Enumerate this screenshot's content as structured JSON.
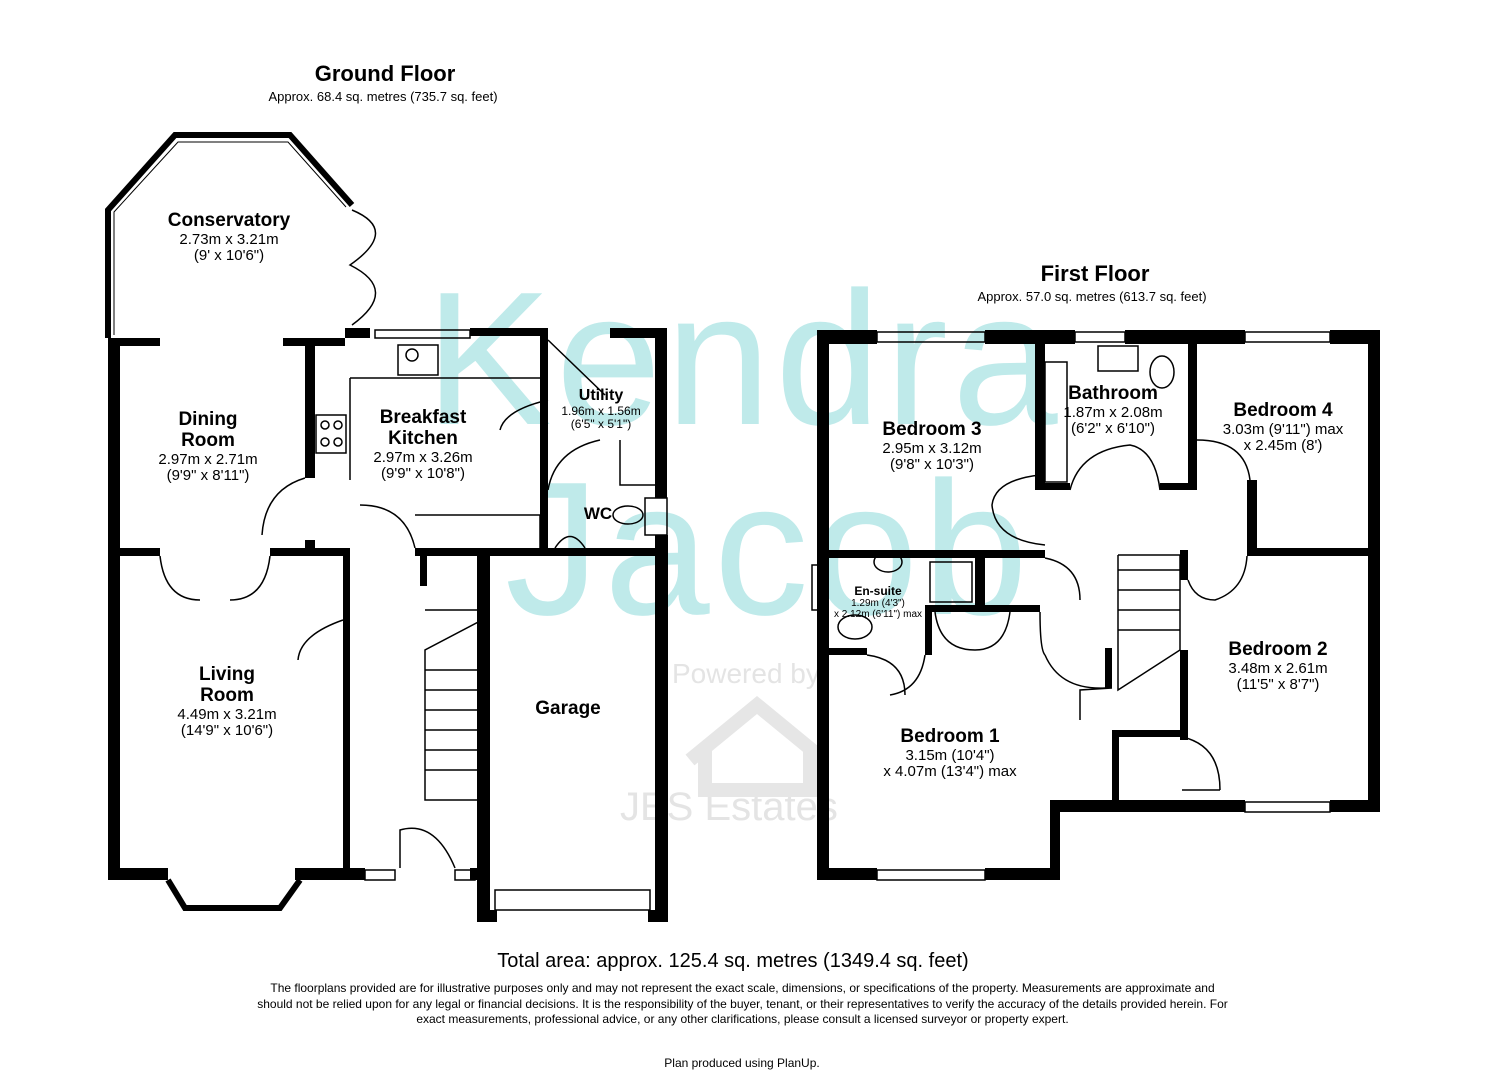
{
  "watermark": {
    "brand_line1": "Kendra",
    "brand_line2": "Jacob",
    "powered_by": "Powered by",
    "agency": "JES Estates",
    "color": "#bfeaea"
  },
  "ground_floor": {
    "title": "Ground Floor",
    "area": "Approx. 68.4 sq. metres (735.7 sq. feet)",
    "rooms": [
      {
        "name": "Conservatory",
        "dims": "2.73m x 3.21m",
        "imperial": "(9' x 10'6\")"
      },
      {
        "name": "Dining Room",
        "dims": "2.97m x 2.71m",
        "imperial": "(9'9\" x 8'11\")"
      },
      {
        "name": "Breakfast Kitchen",
        "dims": "2.97m x 3.26m",
        "imperial": "(9'9\" x 10'8\")"
      },
      {
        "name": "Utility",
        "dims": "1.96m x 1.56m",
        "imperial": "(6'5\" x 5'1\")"
      },
      {
        "name": "WC"
      },
      {
        "name": "Living Room",
        "dims": "4.49m x 3.21m",
        "imperial": "(14'9\" x 10'6\")"
      },
      {
        "name": "Garage"
      }
    ]
  },
  "first_floor": {
    "title": "First Floor",
    "area": "Approx. 57.0 sq. metres (613.7 sq. feet)",
    "rooms": [
      {
        "name": "Bedroom 3",
        "dims": "2.95m x 3.12m",
        "imperial": "(9'8\" x 10'3\")"
      },
      {
        "name": "Bathroom",
        "dims": "1.87m x 2.08m",
        "imperial": "(6'2\" x 6'10\")"
      },
      {
        "name": "Bedroom 4",
        "dims": "3.03m (9'11\") max",
        "imperial": "x 2.45m (8')"
      },
      {
        "name": "En-suite",
        "dims": "1.29m (4'3\")",
        "imperial": "x 2.12m (6'11\") max"
      },
      {
        "name": "Bedroom 2",
        "dims": "3.48m x 2.61m",
        "imperial": "(11'5\" x 8'7\")"
      },
      {
        "name": "Bedroom 1",
        "dims": "3.15m (10'4\")",
        "imperial": "x 4.07m (13'4\") max"
      }
    ]
  },
  "footer": {
    "total_area": "Total area: approx. 125.4 sq. metres (1349.4 sq. feet)",
    "disclaimer": "The floorplans provided are for illustrative purposes only and may not represent the exact scale, dimensions, or specifications of the property. Measurements are approximate and should not be relied upon for any legal or financial decisions. It is the responsibility of the buyer, tenant, or their representatives to verify the accuracy of the details provided herein.  For exact measurements, professional advice, or any other clarifications, please consult a licensed surveyor or property expert.",
    "produced_by": "Plan produced using PlanUp."
  }
}
